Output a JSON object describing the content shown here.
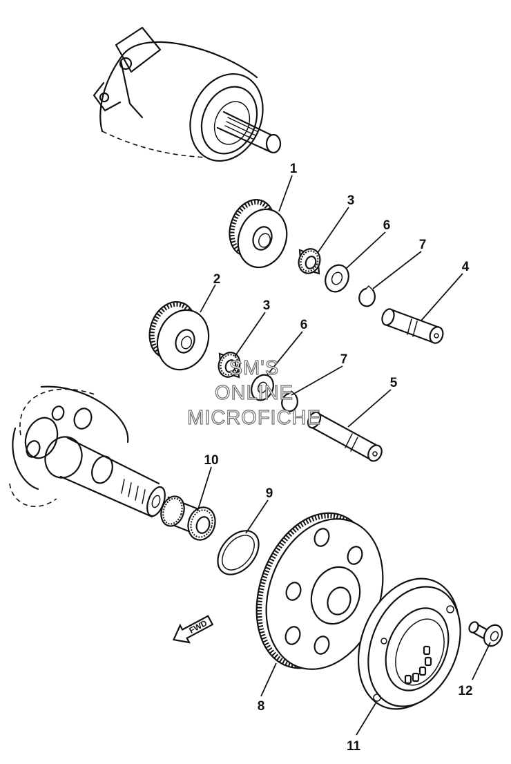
{
  "diagram": {
    "callouts": [
      {
        "id": "c1",
        "label": "1"
      },
      {
        "id": "c2",
        "label": "2"
      },
      {
        "id": "c3a",
        "label": "3"
      },
      {
        "id": "c3b",
        "label": "3"
      },
      {
        "id": "c4",
        "label": "4"
      },
      {
        "id": "c5",
        "label": "5"
      },
      {
        "id": "c6a",
        "label": "6"
      },
      {
        "id": "c6b",
        "label": "6"
      },
      {
        "id": "c7a",
        "label": "7"
      },
      {
        "id": "c7b",
        "label": "7"
      },
      {
        "id": "c8",
        "label": "8"
      },
      {
        "id": "c9",
        "label": "9"
      },
      {
        "id": "c10",
        "label": "10"
      },
      {
        "id": "c11",
        "label": "11"
      },
      {
        "id": "c12",
        "label": "12"
      }
    ],
    "direction_arrow": {
      "label": "FWD"
    },
    "watermark": {
      "lines": [
        "SM'S",
        "ONLINE",
        "MICROFICHE"
      ]
    }
  }
}
